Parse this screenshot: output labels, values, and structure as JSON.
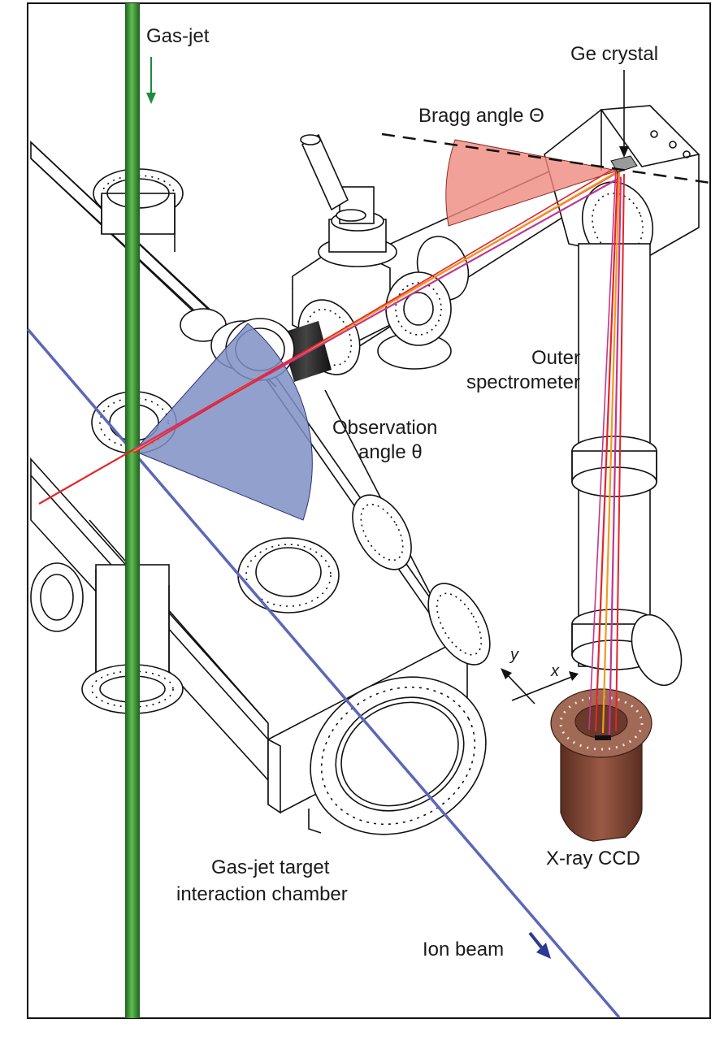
{
  "labels": {
    "gas_jet": "Gas-jet",
    "ge_crystal": "Ge crystal",
    "bragg_angle": "Bragg angle Θ",
    "outer_spectrometer_line1": "Outer",
    "outer_spectrometer_line2": "spectrometer",
    "observation_angle_line1": "Observation",
    "observation_angle_line2": "angle θ",
    "axis_y": "y",
    "axis_x": "x",
    "xray_ccd": "X-ray CCD",
    "chamber_line1": "Gas-jet target",
    "chamber_line2": "interaction chamber",
    "ion_beam": "Ion beam"
  },
  "colors": {
    "gas_jet": "#2f8a2f",
    "ion_beam": "#5b68b8",
    "observation_wedge": "#7f8fc4",
    "bragg_wedge": "#ef8a80",
    "xray_red": "#e4252a",
    "xray_orange": "#f39a1e",
    "xray_magenta": "#c2368e",
    "ccd": "#7a4434",
    "arrow_green": "#1f8a3f",
    "arrow_blue": "#2b3a93"
  }
}
